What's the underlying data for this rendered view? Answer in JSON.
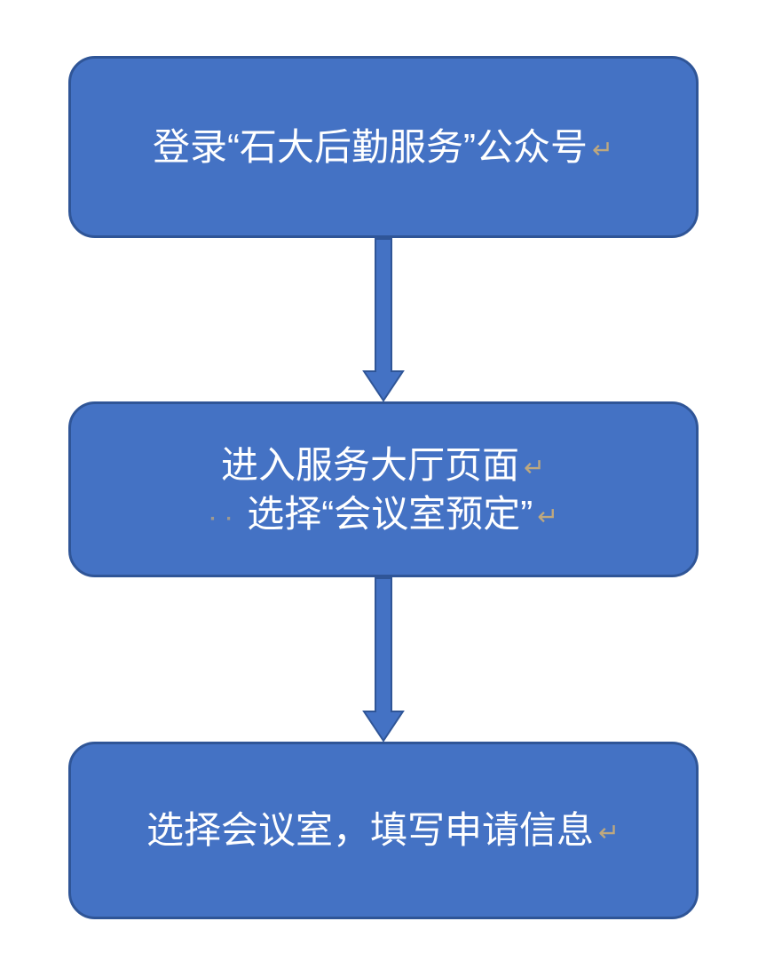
{
  "diagram": {
    "type": "flowchart",
    "direction": "top-down",
    "steps": [
      {
        "lines": [
          "登录“石大后勤服务”公众号"
        ]
      },
      {
        "lines": [
          "进入服务大厅页面",
          "选择“会议室预定”"
        ]
      },
      {
        "lines": [
          "选择会议室，填写申请信息"
        ]
      }
    ],
    "connectors": [
      {
        "from": 1,
        "to": 2,
        "shape": "down-arrow"
      },
      {
        "from": 2,
        "to": 3,
        "shape": "down-arrow"
      }
    ],
    "formatting": {
      "return_mark": "↵",
      "space_marks": "··"
    },
    "colors": {
      "background": "#FFFFFF",
      "box_fill": "#4472C4",
      "box_border": "#2F5597",
      "arrow_fill": "#4472C4",
      "arrow_border": "#2F5597",
      "text": "#FFFFFF",
      "mark_color": "#BFA87E"
    }
  }
}
